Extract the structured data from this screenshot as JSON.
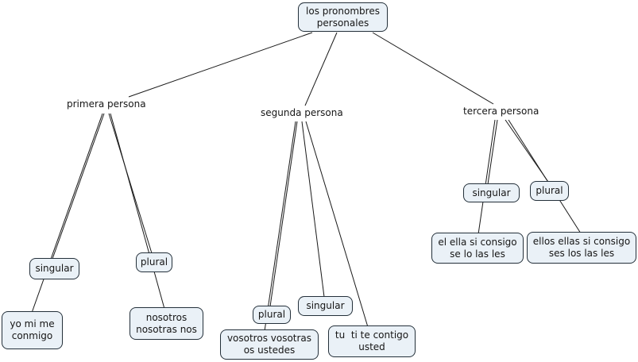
{
  "colors": {
    "background": "#ffffff",
    "node_fill": "#eaf1f7",
    "node_border": "#24303a",
    "connector_line": "#1a1a1a",
    "text": "#161616"
  },
  "tree": {
    "root": {
      "label": "los pronombres\npersonales"
    },
    "branches": [
      {
        "label": "primera persona",
        "children": [
          {
            "label": "singular",
            "leaf": "yo mi me\nconmigo"
          },
          {
            "label": "plural",
            "leaf": "nosotros\nnosotras nos"
          }
        ]
      },
      {
        "label": "segunda persona",
        "children": [
          {
            "label": "plural",
            "leaf": "vosotros vosotras\nos ustedes"
          },
          {
            "label": "singular",
            "leaf": "tu  ti te contigo\nusted"
          }
        ]
      },
      {
        "label": "tercera persona",
        "children": [
          {
            "label": "singular",
            "leaf": "el ella si consigo\nse lo las les"
          },
          {
            "label": "plural",
            "leaf": "ellos ellas si consigo\nses los las les"
          }
        ]
      }
    ]
  }
}
